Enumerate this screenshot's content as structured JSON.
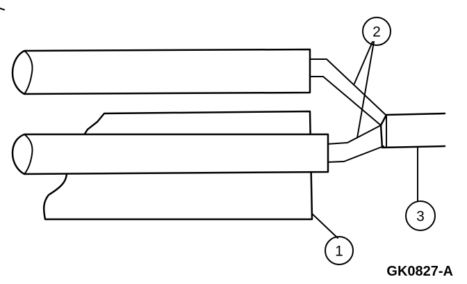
{
  "callouts": [
    {
      "id": "1",
      "label": "1"
    },
    {
      "id": "2",
      "label": "2"
    },
    {
      "id": "3",
      "label": "3"
    }
  ],
  "figure_id": "GK0827-A"
}
